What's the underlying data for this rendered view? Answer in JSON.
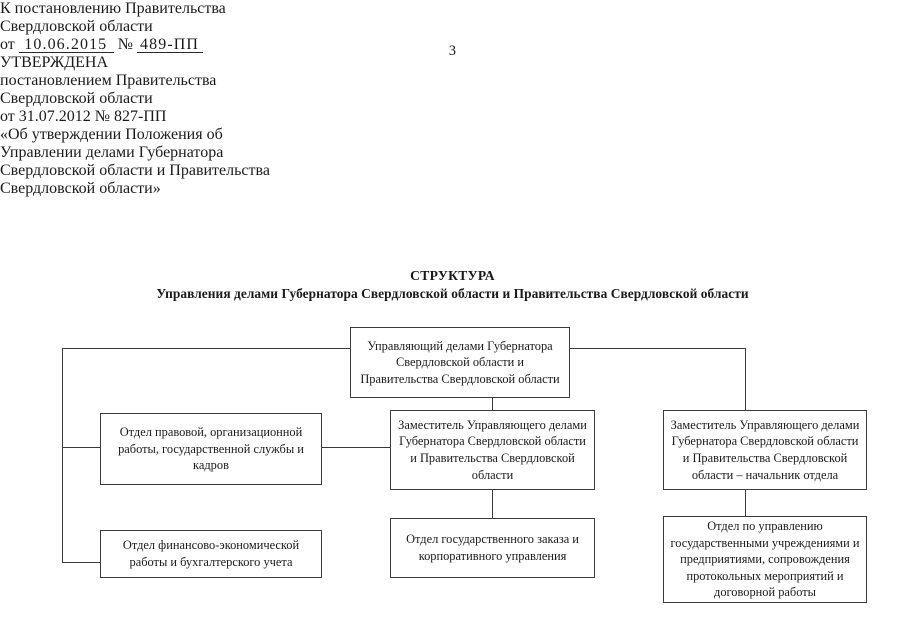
{
  "document": {
    "page_number": "3",
    "header_reference": {
      "line1": "К постановлению Правительства",
      "line2": "Свердловской области",
      "prefix": "от",
      "date_value": "10.06.2015",
      "number_label": "№",
      "number_value": "489-ПП"
    },
    "header_approval": {
      "line1": "УТВЕРЖДЕНА",
      "line2": "постановлением Правительства",
      "line3": "Свердловской области",
      "line4": "от 31.07.2012 № 827-ПП",
      "line5": "«Об утверждении Положения об",
      "line6": "Управлении делами Губернатора",
      "line7": "Свердловской области и Правительства",
      "line8": "Свердловской области»"
    },
    "title": "СТРУКТУРА",
    "subtitle": "Управления делами Губернатора Свердловской области и Правительства Свердловской области"
  },
  "org_chart": {
    "nodes": [
      {
        "id": "head",
        "text": "Управляющий делами Губернатора Свердловской области и Правительства Свердловской области"
      },
      {
        "id": "legal-dept",
        "text": "Отдел правовой, организационной работы, государственной службы и кадров"
      },
      {
        "id": "deputy-1",
        "text": "Заместитель Управляющего делами Губернатора Свердловской области и Правительства Свердловской области"
      },
      {
        "id": "deputy-2",
        "text": "Заместитель Управляющего делами Губернатора Свердловской области и Правительства Свердловской области – начальник отдела"
      },
      {
        "id": "finance-dept",
        "text": "Отдел финансово-экономической работы и бухгалтерского учета"
      },
      {
        "id": "procurement-dept",
        "text": "Отдел государственного заказа и корпоративного управления"
      },
      {
        "id": "institutions-dept",
        "text": "Отдел по управлению государственными учреждениями и предприятиями, сопровождения протокольных мероприятий и договорной работы"
      }
    ]
  },
  "colors": {
    "text": "#1a1a1a",
    "line": "#3a3a3a",
    "background": "#ffffff"
  }
}
